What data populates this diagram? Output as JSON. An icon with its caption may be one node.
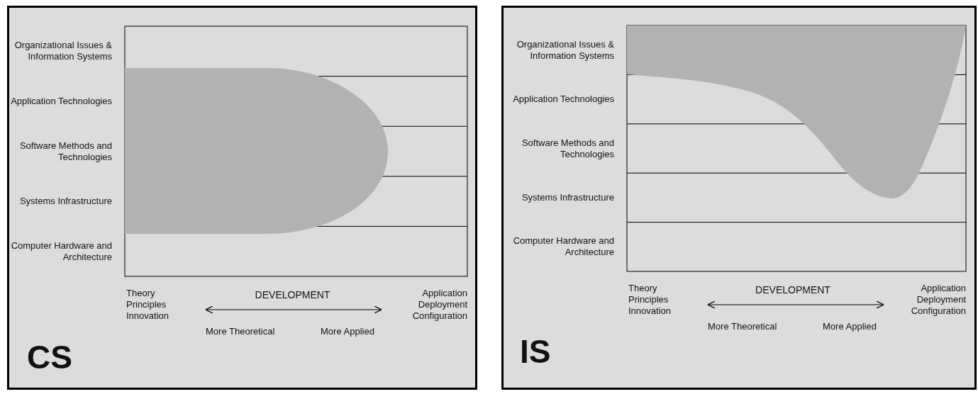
{
  "diagram": {
    "labels": [
      "Organizational Issues & Information Systems",
      "Application Technologies",
      "Software Methods and Technologies",
      "Systems Infrastructure",
      "Computer Hardware and Architecture",
      "Theory Principles Innovation",
      "DEVELOPMENT",
      "Application Deployment Configuration",
      "More Theoretical",
      "More Applied",
      "CS",
      "Organizational Issues & Information Systems",
      "Application Technologies",
      "Software Methods and Technologies",
      "Systems Infrastructure",
      "Computer Hardware and Architecture",
      "Theory Principles Innovation",
      "DEVELOPMENT",
      "Application Deployment Configuration",
      "More Theoretical",
      "More Applied",
      "IS"
    ]
  }
}
